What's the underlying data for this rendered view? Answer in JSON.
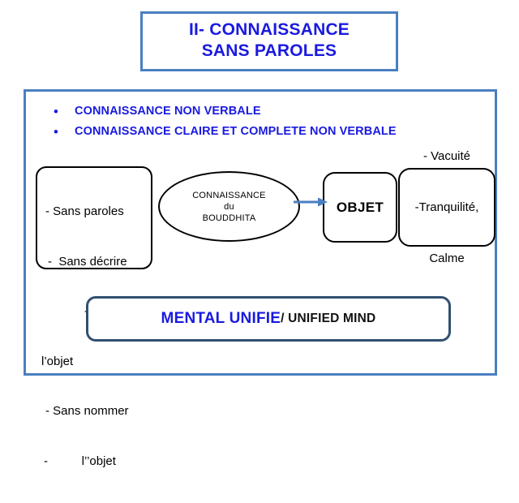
{
  "slide": {
    "background_color": "#ffffff",
    "accent_blue": "#4a7fc1",
    "text_blue": "#1a1ae0",
    "navy": "#31506f",
    "outline_black": "#000000"
  },
  "title": {
    "line1": "II- CONNAISSANCE",
    "line2": "SANS PAROLES"
  },
  "bullets": [
    {
      "marker": "•",
      "text": "CONNAISSANCE NON VERBALE"
    },
    {
      "marker": "•",
      "text": "CONNAISSANCE CLAIRE ET COMPLETE NON VERBALE"
    }
  ],
  "diagram": {
    "left_box": {
      "line1": "- Sans paroles",
      "line2": "-  Sans décrire",
      "line3": "-",
      "line4": "l’objet",
      "line5": "- Sans nommer",
      "line6": "-          l’’objet"
    },
    "ellipse": {
      "line1": "CONNAISSANCE",
      "line2": "du",
      "line3": "BOUDDHITA"
    },
    "arrow": {
      "icon": "arrow-right-icon",
      "color": "#4a7fc1"
    },
    "objet_box": {
      "label": "OBJET"
    },
    "right_box": {
      "line1": "- Vacuité",
      "line2": "-Tranquilité,",
      "line3": "Calme"
    }
  },
  "bottom_box": {
    "french": "MENTAL UNIFIE",
    "english": "/ UNIFIED MIND"
  }
}
